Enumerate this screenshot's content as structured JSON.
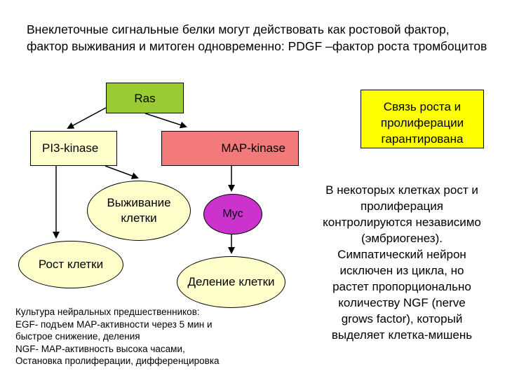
{
  "title": "Внеклеточные сигнальные белки могут действовать как ростовой фактор, фактор выживания и митоген одновременно: PDGF –фактор роста тромбоцитов",
  "nodes": {
    "ras": "Ras",
    "pi3k": "PI3-kinase",
    "mapk": "MAP-kinase",
    "survival_line1": "Выживание",
    "survival_line2": "клетки",
    "myc": "Myc",
    "growth": "Рост клетки",
    "division": "Деление клетки"
  },
  "link_box": {
    "line1": "Связь роста и",
    "line2": "пролиферации",
    "line3": "гарантирована"
  },
  "culture_note": "Культура нейральных предшественников:\nEGF- подъем MAP-активности через 5 мин и\nбыстрое снижение, деления\nNGF- MAP-активность высока часами,\nОстановка пролиферации, дифференцировка",
  "right_text": {
    "line1": "В некоторых клетках рост и",
    "line2": "пролиферация",
    "line3": "контролируются независимо",
    "line4": "(эмбриогенез).",
    "line5": "Симпатический нейрон",
    "line6": "исключен из цикла, но",
    "line7": "растет пропорционально",
    "line8": "количеству NGF (nerve",
    "line9": "grows factor), который",
    "line10": "выделяет клетка-мишень"
  }
}
